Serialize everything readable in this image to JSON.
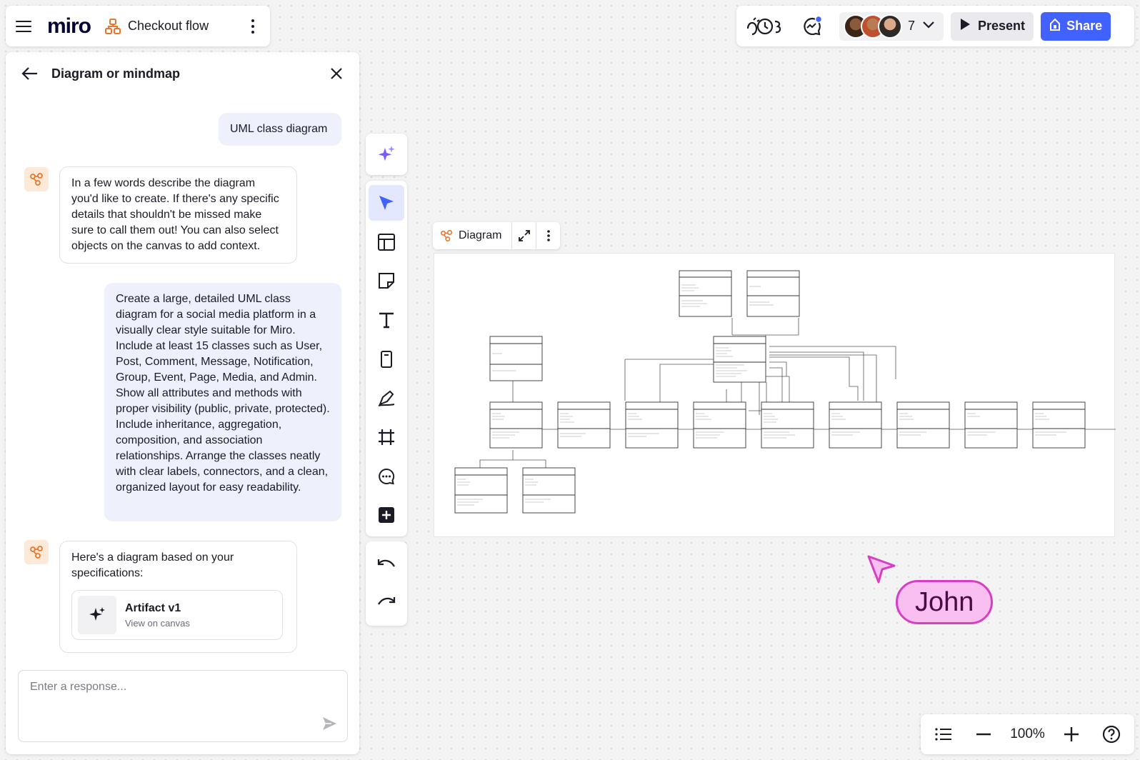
{
  "board": {
    "logo": "miro",
    "title": "Checkout flow"
  },
  "topbar": {
    "collaborator_count": "7",
    "present_label": "Present",
    "share_label": "Share"
  },
  "panel": {
    "title": "Diagram or mindmap",
    "messages": {
      "user_1": "UML class diagram",
      "ai_1": "In a few words describe the diagram you'd like to create. If there's any specific details that shouldn't be missed make sure to call them out! You can also select objects on the canvas to add context.",
      "user_2": "Create a large, detailed UML class diagram for a social media platform in a visually clear style suitable for Miro. Include at least 15 classes such as User, Post, Comment, Message, Notification, Group, Event, Page, Media, and Admin. Show all attributes and methods with proper visibility (public, private, protected). Include inheritance, aggregation, composition, and association relationships. Arrange the classes neatly with clear labels, connectors, and a clean, organized layout for easy readability.",
      "ai_2": "Here's a diagram based on your specifications:"
    },
    "artifact": {
      "title": "Artifact v1",
      "subtitle": "View on canvas"
    },
    "response_placeholder": "Enter a response..."
  },
  "canvas": {
    "frame_label": "Diagram",
    "cursor_name": "John"
  },
  "zoom": {
    "value": "100%"
  },
  "colors": {
    "accent": "#4262ff",
    "ai_orange": "#e8772e",
    "toolbar_active_bg": "#e4e8ff",
    "cursor_fill": "#f8bff0",
    "cursor_border": "#d63fc3"
  },
  "icons": [
    "hamburger-icon",
    "org-chart-icon",
    "more-vertical-icon",
    "reactions-icon",
    "chat-icon",
    "chevron-down-icon",
    "play-icon",
    "lock-icon",
    "back-arrow-icon",
    "close-icon",
    "diagram-icon",
    "sparkle-icon",
    "send-icon",
    "select-arrow-icon",
    "template-icon",
    "sticky-note-icon",
    "text-icon",
    "card-icon",
    "pen-icon",
    "frame-icon",
    "comment-icon",
    "plus-square-icon",
    "undo-icon",
    "redo-icon",
    "expand-icon",
    "list-icon",
    "minus-icon",
    "plus-icon",
    "help-icon"
  ]
}
